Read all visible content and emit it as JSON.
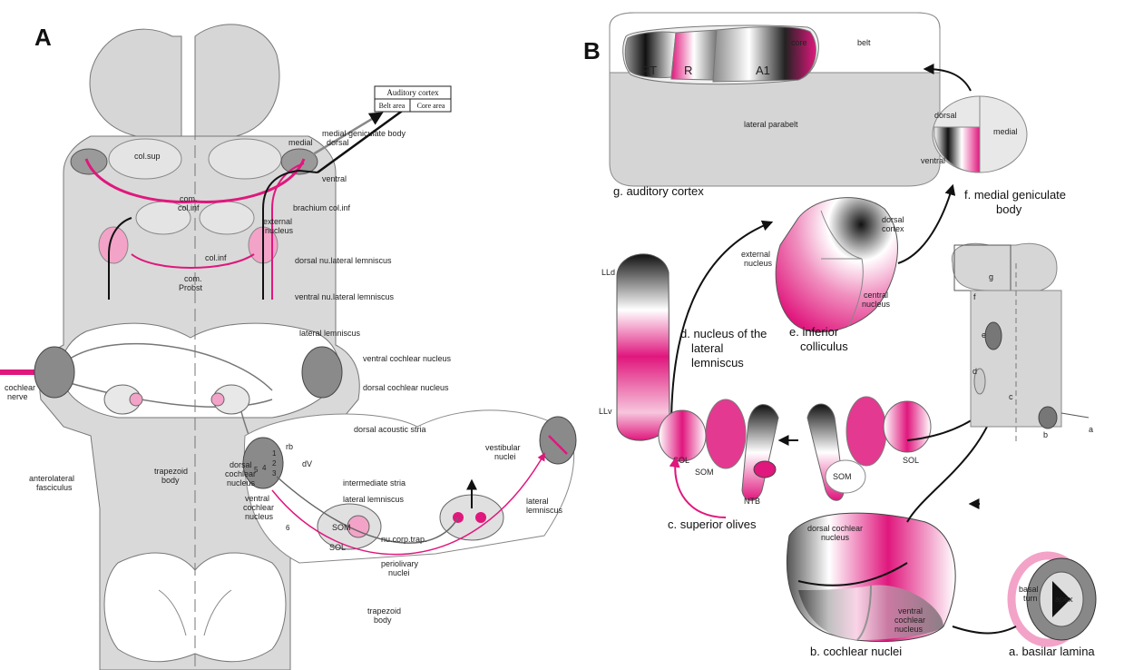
{
  "panelA": {
    "letter": "A",
    "auditory_cortex": {
      "title": "Auditory cortex",
      "belt": "Belt area",
      "core": "Core area"
    },
    "labels": {
      "mgb": "medial geniculate body",
      "medial": "medial",
      "dorsal": "dorsal",
      "ventral": "ventral",
      "col_sup": "col.sup",
      "com_col_inf_1": "com.",
      "com_col_inf_2": "col.inf",
      "brachium": "brachium col.inf",
      "external_nucleus_1": "external",
      "external_nucleus_2": "nucleus",
      "col_inf": "col.inf",
      "dorsal_nll": "dorsal nu.lateral lemniscus",
      "com_probst_1": "com.",
      "com_probst_2": "Probst",
      "ventral_nll": "ventral nu.lateral lemniscus",
      "lateral_lemniscus": "lateral lemniscus",
      "vcn": "ventral cochlear nucleus",
      "dcn": "dorsal cochlear nucleus",
      "cochlear_nerve_1": "cochlear",
      "cochlear_nerve_2": "nerve",
      "das": "dorsal acoustic stria",
      "vestibular_1": "vestibular",
      "vestibular_2": "nuclei",
      "trapezoid_1": "trapezoid",
      "trapezoid_2": "body",
      "anterolateral_1": "anterolateral",
      "anterolateral_2": "fasciculus",
      "rb": "rb",
      "dv": "dV",
      "intermediate_stria": "intermediate stria",
      "dorsal_cn_1": "dorsal",
      "dorsal_cn_2": "cochlear",
      "dorsal_cn_3": "nucleus",
      "ventral_cn_1": "ventral",
      "ventral_cn_2": "cochlear",
      "ventral_cn_3": "nucleus",
      "lateral_lemniscus_2": "lateral lemniscus",
      "lateral_lemniscus_r1": "lateral",
      "lateral_lemniscus_r2": "lemniscus",
      "som": "SOM",
      "sol": "SOL",
      "nu_corp_trap": "nu.corp.trap.",
      "periolivary_1": "periolivary",
      "periolivary_2": "nuclei",
      "trapezoid_b1": "trapezoid",
      "trapezoid_b2": "body",
      "n1": "1",
      "n2": "2",
      "n3": "3",
      "n4": "4",
      "n5": "5",
      "n6": "6"
    }
  },
  "panelB": {
    "letter": "B",
    "cortex": {
      "rt": "RT",
      "r": "R",
      "a1": "A1",
      "core": "core",
      "belt": "belt",
      "lateral_parabelt": "lateral parabelt"
    },
    "mgb": {
      "dorsal": "dorsal",
      "medial": "medial",
      "ventral": "ventral"
    },
    "ic": {
      "dorsal_cortex_1": "dorsal",
      "dorsal_cortex_2": "cortex",
      "external_1": "external",
      "external_2": "nucleus",
      "central_1": "central",
      "central_2": "nucleus"
    },
    "nll": {
      "lld": "LLd",
      "llv": "LLv"
    },
    "olives": {
      "sol_l": "SOL",
      "som_l": "SOM",
      "som_r": "SOM",
      "sol_r": "SOL",
      "ntb": "NTB"
    },
    "cn": {
      "dorsal_1": "dorsal cochlear",
      "dorsal_2": "nucleus",
      "ventral_1": "ventral",
      "ventral_2": "cochlear",
      "ventral_3": "nucleus"
    },
    "bl": {
      "basal_1": "basal",
      "basal_2": "turn",
      "apex": "apex"
    },
    "inset": {
      "g": "g",
      "f": "f",
      "e": "e",
      "d": "d",
      "c": "c",
      "b": "b",
      "a": "a"
    },
    "captions": {
      "g": "g. auditory cortex",
      "f1": "f. medial geniculate",
      "f2": "body",
      "e1": "e. inferior",
      "e2": "colliculus",
      "d1": "d. nucleus of the",
      "d2": "lateral",
      "d3": "lemniscus",
      "c": "c. superior olives",
      "b": "b. cochlear nuclei",
      "a": "a. basilar lamina"
    }
  },
  "colors": {
    "magenta": "#e0177d",
    "pink": "#f3a3c8",
    "gray": "#d3d3d3",
    "dark": "#4a4a4a"
  }
}
